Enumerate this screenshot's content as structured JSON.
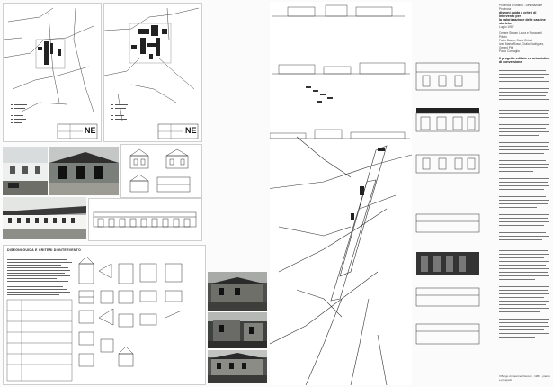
{
  "sheet_left": {
    "titleblock_logo": "NE",
    "legend_lines": [
      "1",
      "2",
      "3",
      "4",
      "5",
      "6",
      "7",
      "8"
    ]
  },
  "sheet_right_top": {
    "titleblock_logo": "NE",
    "legend_lines": [
      "1",
      "2",
      "3",
      "4",
      "5",
      "6",
      "7",
      "8"
    ]
  },
  "text_panel": {
    "header_lines": [
      "Provincia di Milano - Destinazione Provincia",
      "disegni guida e criteri di intervento per",
      "la valorizzazione delle cascine storiche",
      "Luglio 1987"
    ],
    "credits": [
      "Cesare Stevan Laura e Fioravanti Pilotto",
      "Fabio Basso, Carla Chiodi",
      "Ivan Maria Rossi, Giulia Rodriguez, Gerard Pitt",
      "Paolo Cornaglia"
    ],
    "section_title": "Il progetto edilizio ed urbanistico di conversione",
    "footnote": "Il Borgo di Cascine Visconti · 1987 · pianta e prospetti"
  },
  "table_sheet": {
    "title": "DISEGNI GUIDA E CRITERI DI INTERVENTO"
  }
}
